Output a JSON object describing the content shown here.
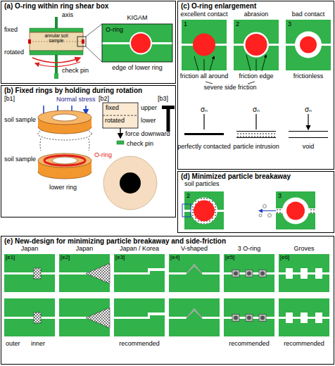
{
  "diagram": {
    "nodes": [
      {
        "text": [
          "(a) O-ring within ring shear box"
        ]
      },
      {
        "text": [
          "(b) Fixed rings by holding during rotation"
        ]
      },
      {
        "text": [
          "(c) O-ring enlargement"
        ]
      },
      {
        "text": [
          "(d) Minimized particle breakaway"
        ]
      },
      {
        "text": [
          "(e) New-design for minimizing particle breakaway and side-friction"
        ]
      }
    ],
    "labels": [
      "axis",
      "fixed",
      "rotated",
      "annular soil sample",
      "check pin",
      "KIGAM",
      "O-ring",
      "edge of lower ring",
      "[b1]",
      "Normal stress",
      "soil sample",
      "soil sample",
      "O-ring",
      "lower ring",
      "[b2]",
      "fixed",
      "rotated",
      "upper",
      "lower",
      "force downward",
      "[b3]",
      "check pin",
      "excellent contact",
      "abrasion",
      "bad contact",
      "1",
      "2",
      "3",
      "friction all around",
      "friction edge",
      "frictionless",
      "severe side friction",
      "σₙ",
      "σₙ",
      "σₙ",
      "perfectly contacted",
      "particle intrusion",
      "void",
      "soil particles",
      "2",
      "3",
      "[e1]",
      "Japan",
      "[e2]",
      "Japan",
      "[e3]",
      "Japan / Korea",
      "[e4]",
      "V-shaped",
      "[e5]",
      "3 O-ring",
      "[e6]",
      "Groves",
      "outer",
      "inner",
      "recommended",
      "recommended",
      "recommended"
    ]
  }
}
